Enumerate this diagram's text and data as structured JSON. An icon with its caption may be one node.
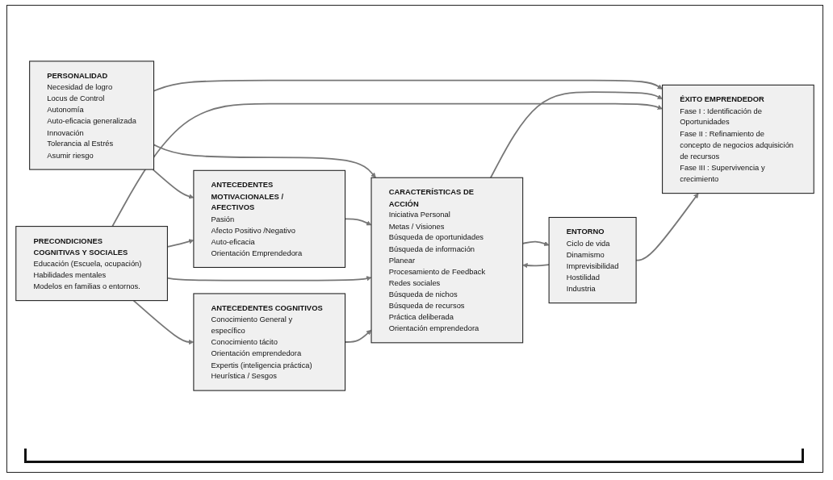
{
  "diagram": {
    "nodes": [
      {
        "text": [
          "PERSONALIDAD",
          "Necesidad de logro",
          "Locus de Control",
          "Autonomía",
          "Auto-eficacia generalizada",
          "Innovación",
          "Tolerancia al Estrés",
          "Asumir riesgo"
        ]
      },
      {
        "text": [
          "ANTECEDENTES MOTIVACIONALES / AFECTIVOS",
          "Pasión",
          "Afecto Positivo /Negativo",
          "Auto-eficacia",
          "Orientación Emprendedora"
        ]
      },
      {
        "text": [
          "CARACTERÍSTICAS DE ACCIÓN",
          "Iniciativa Personal",
          "Metas / Visiones",
          "Búsqueda de oportunidades",
          "Búsqueda de información",
          "Planear",
          "Procesamiento de Feedback",
          "Redes sociales",
          "Búsqueda de nichos",
          "Búsqueda de recursos",
          "Práctica deliberada",
          "Orientación emprendedora"
        ]
      },
      {
        "text": [
          "ÉXITO EMPRENDEDOR",
          "Fase I : Identificación de Oportunidades",
          "Fase II : Refinamiento de concepto de negocios adquisición de recursos",
          "Fase III : Supervivencia y crecimiento"
        ]
      },
      {
        "text": [
          "ENTORNO",
          "Ciclo de vida",
          "Dinamismo",
          "Imprevisibilidad",
          "Hostilidad",
          "Industria"
        ]
      },
      {
        "text": [
          "PRECONDICIONES COGNITIVAS Y SOCIALES",
          "Educación (Escuela, ocupación)",
          "Habilidades mentales",
          "Modelos en familias o entornos."
        ]
      },
      {
        "text": [
          "ANTECEDENTES COGNITIVOS",
          "Conocimiento General y específico",
          "Conocimiento tácito",
          "Orientación emprendedora",
          "Expertis (inteligencia práctica)",
          "Heurística / Sesgos"
        ]
      }
    ],
    "edges": [
      {
        "from": 0,
        "to": 1,
        "arrow": "to"
      },
      {
        "from": 0,
        "to": 2,
        "arrow": "to"
      },
      {
        "from": 0,
        "to": 3,
        "arrow": "to"
      },
      {
        "from": 1,
        "to": 2,
        "arrow": "to"
      },
      {
        "from": 2,
        "to": 3,
        "arrow": "to"
      },
      {
        "from": 5,
        "to": 1,
        "arrow": "to"
      },
      {
        "from": 5,
        "to": 2,
        "arrow": "to"
      },
      {
        "from": 5,
        "to": 6,
        "arrow": "to"
      },
      {
        "from": 6,
        "to": 2,
        "arrow": "to"
      },
      {
        "from": 5,
        "to": 3,
        "arrow": "to"
      },
      {
        "from": 4,
        "to": 3,
        "arrow": "to"
      },
      {
        "from": 4,
        "to": 2,
        "arrow": "to"
      },
      {
        "from": 2,
        "to": 4,
        "arrow": "to"
      }
    ]
  }
}
